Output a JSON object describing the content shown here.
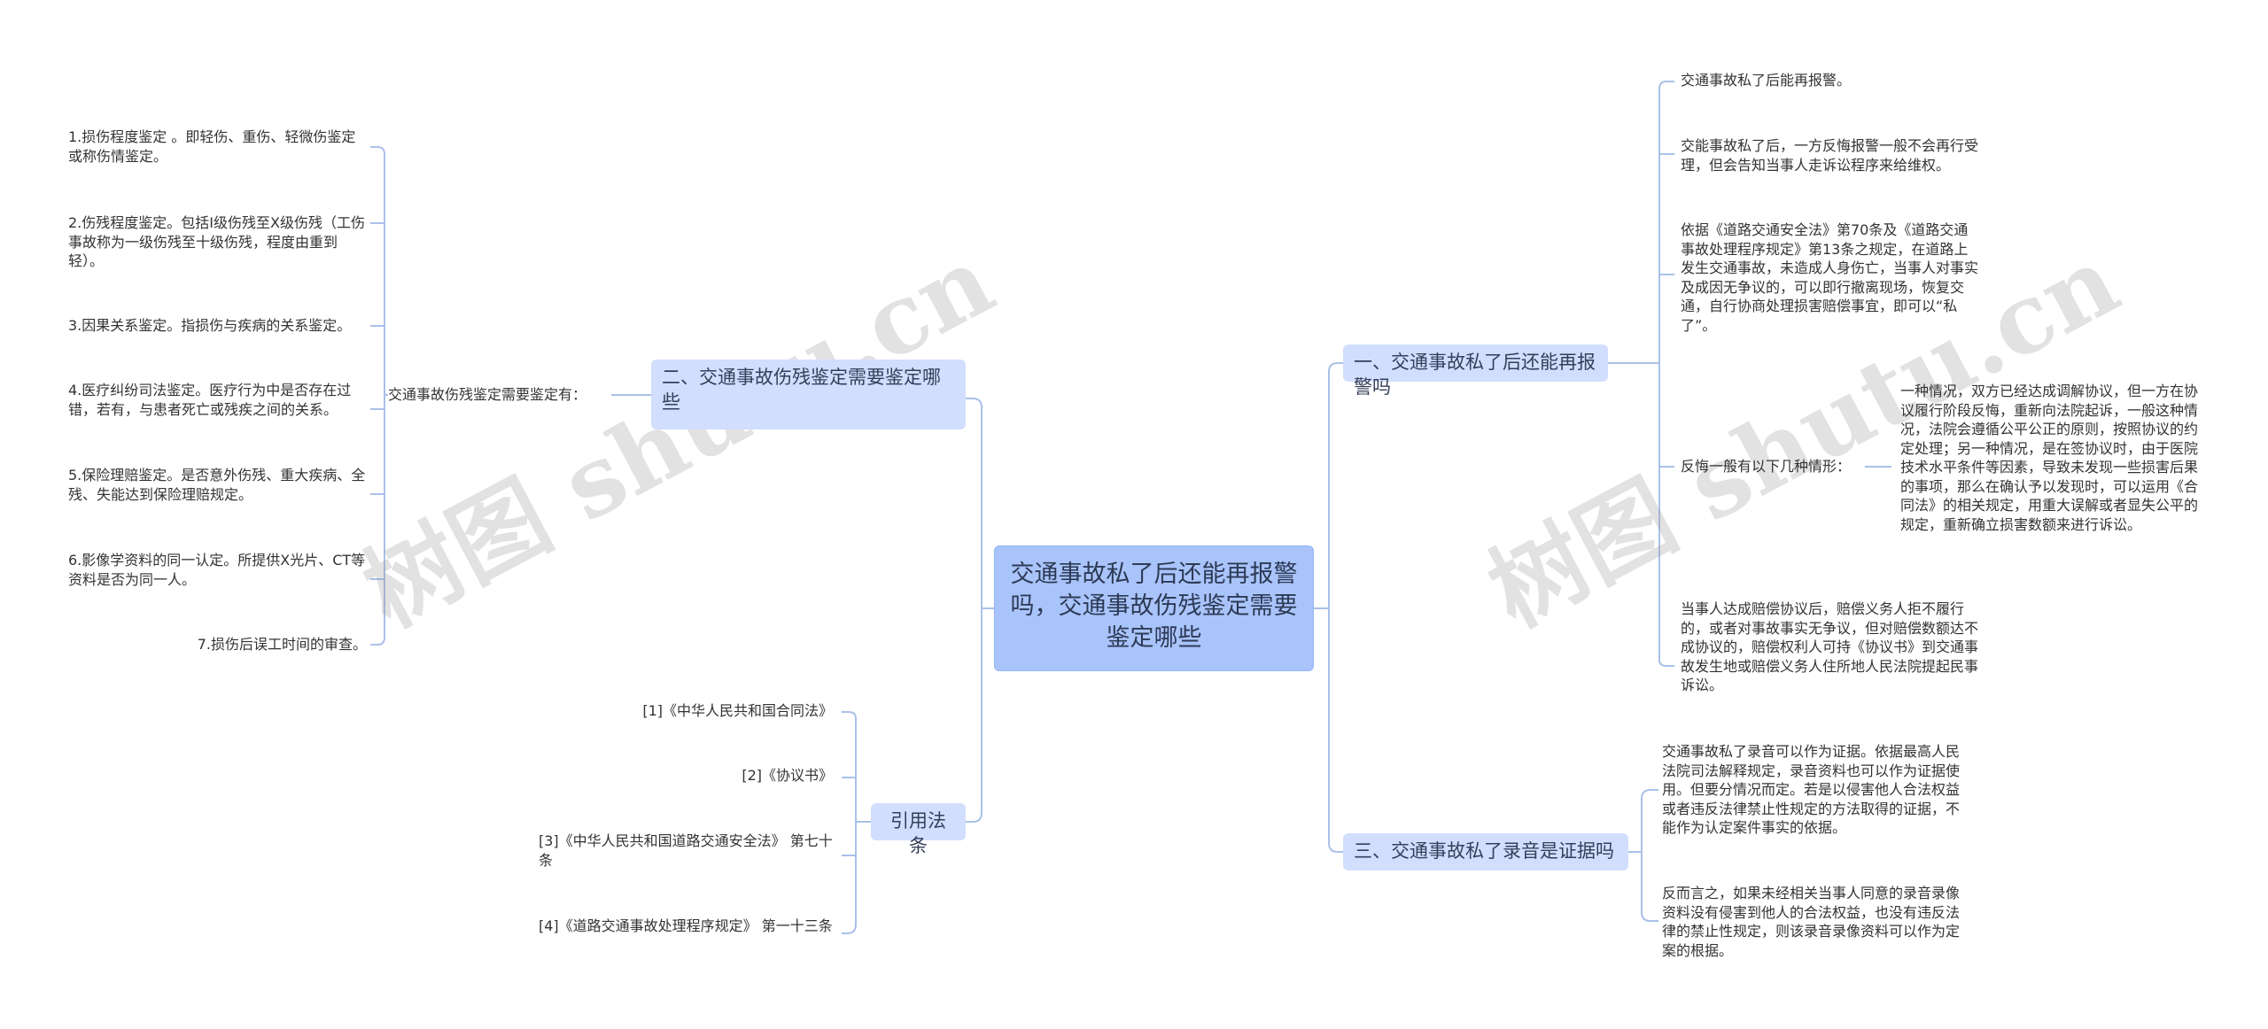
{
  "root": "交通事故私了后还能再报警吗，交通事故伤残鉴定需要鉴定哪些",
  "watermark": "树图 shutu.cn",
  "branches": {
    "right1": {
      "label": "一、交通事故私了后还能再报警吗",
      "items": [
        "交通事故私了后能再报警。",
        "交能事故私了后，一方反悔报警一般不会再行受理，但会告知当事人走诉讼程序来给维权。",
        "依据《道路交通安全法》第70条及《道路交通事故处理程序规定》第13条之规定，在道路上发生交通事故，未造成人身伤亡，当事人对事实及成因无争议的，可以即行撤离现场，恢复交通，自行协商处理损害赔偿事宜，即可以“私了”。",
        "反悔一般有以下几种情形：",
        "当事人达成赔偿协议后，赔偿义务人拒不履行的，或者对事故事实无争议，但对赔偿数额达不成协议的，赔偿权利人可持《协议书》到交通事故发生地或赔偿义务人住所地人民法院提起民事诉讼。"
      ],
      "sub": "一种情况，双方已经达成调解协议，但一方在协议履行阶段反悔，重新向法院起诉，一般这种情况，法院会遵循公平公正的原则，按照协议的约定处理；另一种情况，是在签协议时，由于医院技术水平条件等因素，导致未发现一些损害后果的事项，那么在确认予以发现时，可以运用《合同法》的相关规定，用重大误解或者显失公平的规定，重新确立损害数额来进行诉讼。"
    },
    "right2": {
      "label": "三、交通事故私了录音是证据吗",
      "items": [
        "交通事故私了录音可以作为证据。依据最高人民法院司法解释规定，录音资料也可以作为证据使用。但要分情况而定。若是以侵害他人合法权益或者违反法律禁止性规定的方法取得的证据，不能作为认定案件事实的依据。",
        "反而言之，如果未经相关当事人同意的录音录像资料没有侵害到他人的合法权益，也没有违反法律的禁止性规定，则该录音录像资料可以作为定案的根据。"
      ]
    },
    "left1": {
      "label": "二、交通事故伤残鉴定需要鉴定哪些",
      "sub": "交通事故伤残鉴定需要鉴定有：",
      "items": [
        "1.损伤程度鉴定 。即轻伤、重伤、轻微伤鉴定或称伤情鉴定。",
        "2.伤残程度鉴定。包括Ⅰ级伤残至Ⅹ级伤残（工伤事故称为一级伤残至十级伤残，程度由重到轻）。",
        " 3.因果关系鉴定。指损伤与疾病的关系鉴定。",
        "4.医疗纠纷司法鉴定。医疗行为中是否存在过错，若有，与患者死亡或残疾之间的关系。",
        "5.保险理赔鉴定。是否意外伤残、重大疾病、全残、失能达到保险理赔规定。",
        "6.影像学资料的同一认定。所提供X光片、CT等资料是否为同一人。",
        "7.损伤后误工时间的审查。"
      ]
    },
    "left2": {
      "label": "引用法条",
      "items": [
        "[1]《中华人民共和国合同法》",
        "[2]《协议书》",
        "[3]《中华人民共和国道路交通安全法》 第七十条",
        "[4]《道路交通事故处理程序规定》 第一十三条"
      ]
    }
  },
  "colors": {
    "line": "#a9c1e8",
    "root": "#a9c4fb",
    "branch": "#d2defd"
  }
}
